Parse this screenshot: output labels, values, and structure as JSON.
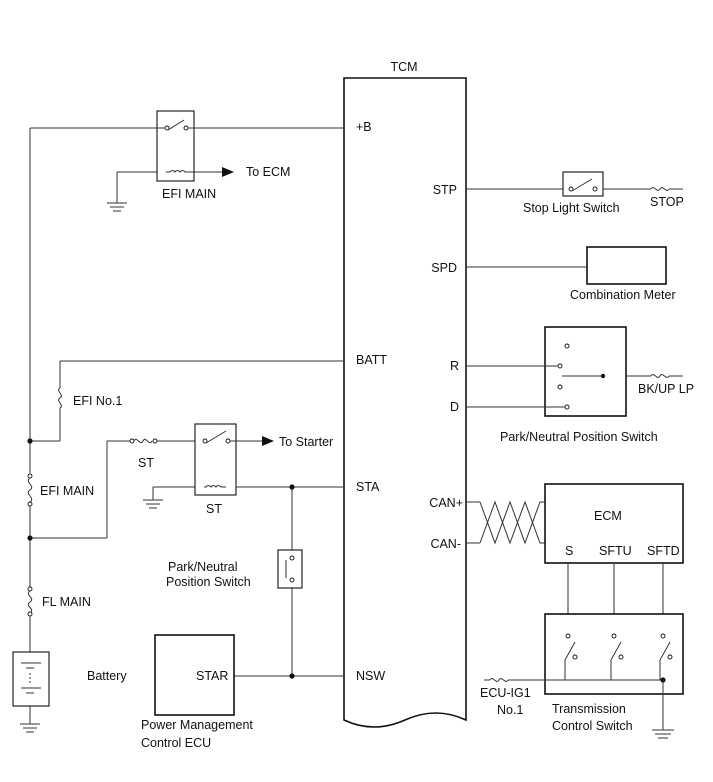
{
  "tcm": {
    "title": "TCM",
    "pins": {
      "plus_b": "+B",
      "batt": "BATT",
      "sta": "STA",
      "nsw": "NSW",
      "stp": "STP",
      "spd": "SPD",
      "r": "R",
      "d": "D",
      "can_plus": "CAN+",
      "can_minus": "CAN-"
    }
  },
  "left": {
    "efi_main_relay": "EFI MAIN",
    "to_ecm": "To ECM",
    "efi_no1": "EFI No.1",
    "st_fuse": "ST",
    "st_relay": "ST",
    "to_starter": "To Starter",
    "efi_main_fuse": "EFI MAIN",
    "fl_main": "FL MAIN",
    "battery": "Battery",
    "pn_switch_line1": "Park/Neutral",
    "pn_switch_line2": "Position Switch",
    "pm_ecu_pin": "STAR",
    "pm_ecu_line1": "Power Management",
    "pm_ecu_line2": "Control ECU"
  },
  "right": {
    "stop_light_switch": "Stop Light Switch",
    "stop_fuse": "STOP",
    "combination_meter": "Combination Meter",
    "bkup_lp": "BK/UP LP",
    "pnp_switch": "Park/Neutral Position Switch",
    "ecm": {
      "title": "ECM",
      "pin_s": "S",
      "pin_sftu": "SFTU",
      "pin_sftd": "SFTD"
    },
    "ecu_ig1_line1": "ECU-IG1",
    "ecu_ig1_line2": "No.1",
    "tcs_line1": "Transmission",
    "tcs_line2": "Control Switch"
  }
}
